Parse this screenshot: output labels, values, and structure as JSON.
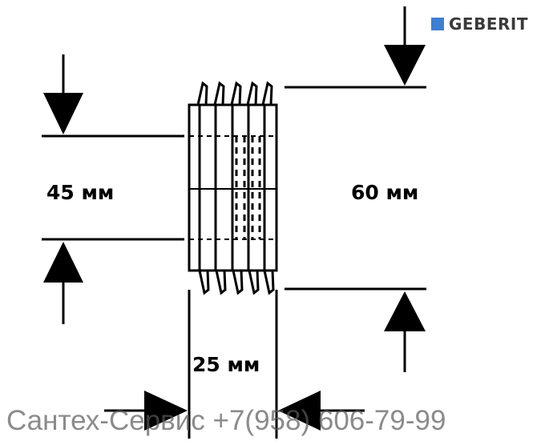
{
  "brand": {
    "name": "GEBERIT",
    "color": "#3d7fd1"
  },
  "dimensions": {
    "inner_diameter": "45 мм",
    "outer_diameter": "60 мм",
    "length": "25 мм"
  },
  "watermark": "Сантех-Сервис +7(958) 606-79-99",
  "line_color": "#000000"
}
